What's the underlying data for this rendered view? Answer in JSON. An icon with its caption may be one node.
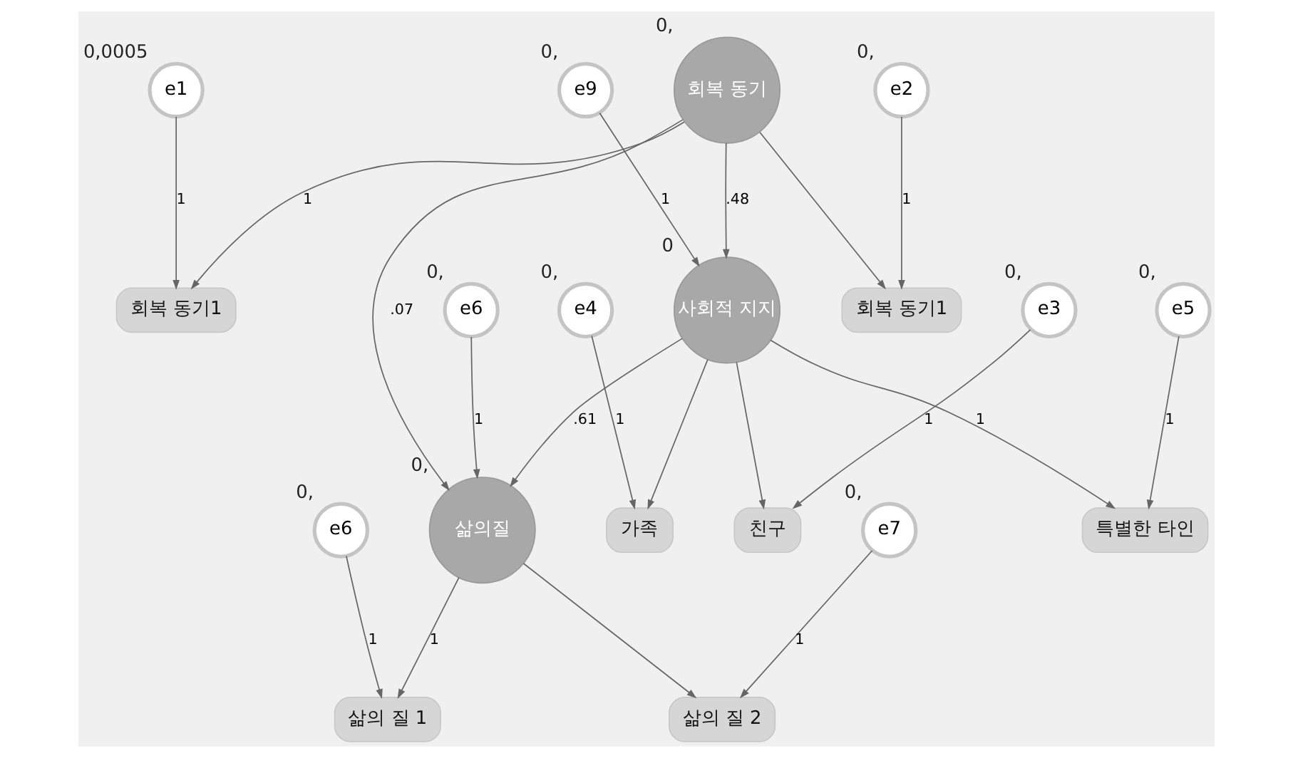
{
  "diagram": {
    "nodes": [
      {
        "text": [
          "e1"
        ],
        "beside": [
          "0,0005"
        ]
      },
      {
        "text": [
          "회복 동기1"
        ]
      },
      {
        "text": [
          "e2"
        ],
        "beside": [
          "0,"
        ]
      },
      {
        "text": [
          "회복 동기1"
        ]
      },
      {
        "text": [
          "회복 동기"
        ],
        "beside": [
          "0,"
        ]
      },
      {
        "text": [
          "삶의질"
        ],
        "beside": [
          "0,"
        ]
      },
      {
        "text": [
          "e6"
        ],
        "beside": [
          "0,"
        ]
      },
      {
        "text": [
          "삶의 질 1"
        ]
      },
      {
        "text": [
          "삶의 질 2"
        ]
      },
      {
        "text": [
          "e6"
        ],
        "beside": [
          "0,"
        ]
      },
      {
        "text": [
          "e7"
        ],
        "beside": [
          "0,"
        ]
      },
      {
        "text": [
          "사회적 지지"
        ],
        "beside": [
          "0"
        ]
      },
      {
        "text": [
          "e9"
        ],
        "beside": [
          "0,"
        ]
      },
      {
        "text": [
          "친구"
        ]
      },
      {
        "text": [
          "가족"
        ]
      },
      {
        "text": [
          "특별한 타인"
        ]
      },
      {
        "text": [
          "e3"
        ],
        "beside": [
          "0,"
        ]
      },
      {
        "text": [
          "e4"
        ],
        "beside": [
          "0,"
        ]
      },
      {
        "text": [
          "e5"
        ],
        "beside": [
          "0,"
        ]
      }
    ],
    "edges": [
      {
        "from": 0,
        "to": 1,
        "arrow": "to",
        "label": "1"
      },
      {
        "from": 2,
        "to": 3,
        "arrow": "to",
        "label": "1"
      },
      {
        "from": 4,
        "to": 1,
        "arrow": "to",
        "label": "1"
      },
      {
        "from": 4,
        "to": 3,
        "arrow": "to"
      },
      {
        "from": 4,
        "to": 5,
        "arrow": "to",
        "label": ".07"
      },
      {
        "from": 4,
        "to": 11,
        "arrow": "to",
        "label": ".48"
      },
      {
        "from": 11,
        "to": 5,
        "arrow": "to",
        "label": ".61"
      },
      {
        "from": 6,
        "to": 5,
        "arrow": "to",
        "label": "1"
      },
      {
        "from": 5,
        "to": 7,
        "arrow": "to",
        "label": "1"
      },
      {
        "from": 5,
        "to": 8,
        "arrow": "to"
      },
      {
        "from": 9,
        "to": 7,
        "arrow": "to",
        "label": "1"
      },
      {
        "from": 10,
        "to": 8,
        "arrow": "to",
        "label": "1"
      },
      {
        "from": 12,
        "to": 11,
        "arrow": "to",
        "label": "1"
      },
      {
        "from": 11,
        "to": 13,
        "arrow": "to"
      },
      {
        "from": 11,
        "to": 14,
        "arrow": "to"
      },
      {
        "from": 11,
        "to": 15,
        "arrow": "to",
        "label": "1"
      },
      {
        "from": 16,
        "to": 13,
        "arrow": "to",
        "label": "1"
      },
      {
        "from": 17,
        "to": 14,
        "arrow": "to",
        "label": "1"
      },
      {
        "from": 18,
        "to": 15,
        "arrow": "to",
        "label": "1"
      }
    ]
  }
}
